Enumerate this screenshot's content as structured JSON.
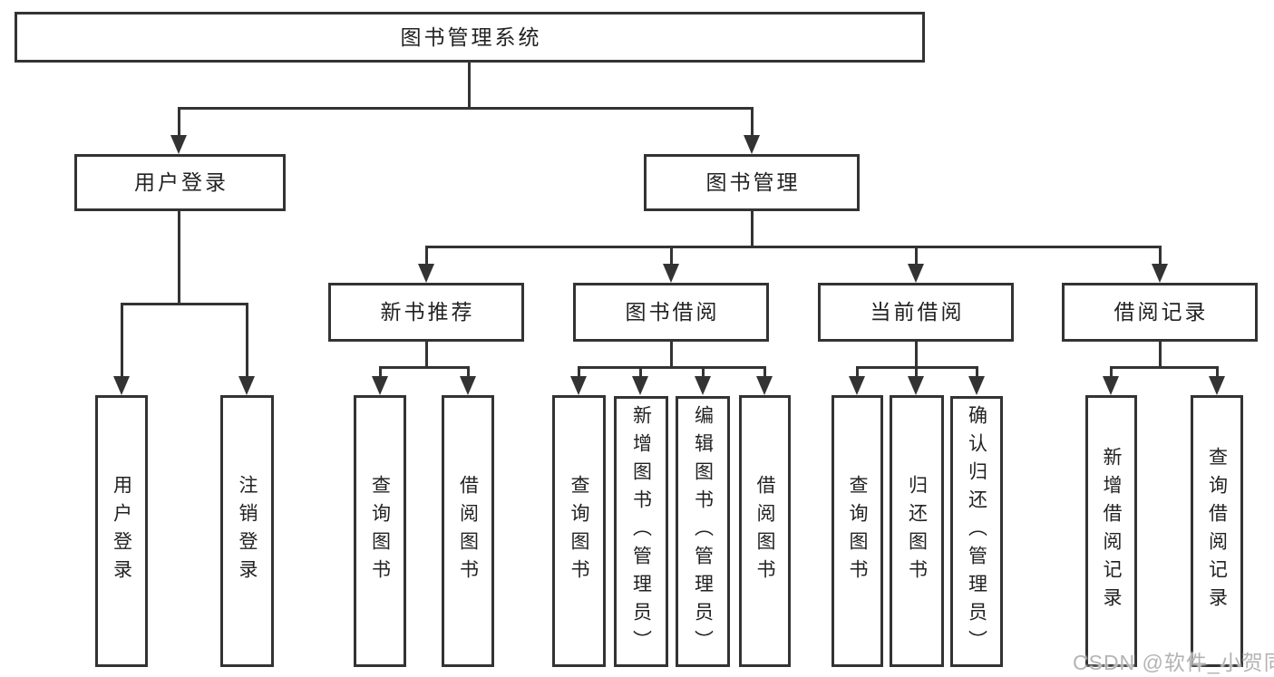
{
  "diagram": {
    "title": "图书管理系统",
    "tree": {
      "label": "图书管理系统",
      "children": [
        {
          "label": "用户登录",
          "children": [
            {
              "label": "用户登录"
            },
            {
              "label": "注销登录"
            }
          ]
        },
        {
          "label": "图书管理",
          "children": [
            {
              "label": "新书推荐",
              "children": [
                {
                  "label": "查询图书"
                },
                {
                  "label": "借阅图书"
                }
              ]
            },
            {
              "label": "图书借阅",
              "children": [
                {
                  "label": "查询图书"
                },
                {
                  "label": "新增图书（管理员）"
                },
                {
                  "label": "编辑图书（管理员）"
                },
                {
                  "label": "借阅图书"
                }
              ]
            },
            {
              "label": "当前借阅",
              "children": [
                {
                  "label": "查询图书"
                },
                {
                  "label": "归还图书"
                },
                {
                  "label": "确认归还（管理员）"
                }
              ]
            },
            {
              "label": "借阅记录",
              "children": [
                {
                  "label": "新增借阅记录"
                },
                {
                  "label": "查询借阅记录"
                }
              ]
            }
          ]
        }
      ]
    }
  },
  "watermark": {
    "text": "CSDN @软件_小贺同学"
  },
  "colors": {
    "line": "#333333",
    "box_border": "#333333",
    "text": "#222222",
    "watermark": "#b4b4b4",
    "background": "#ffffff"
  }
}
